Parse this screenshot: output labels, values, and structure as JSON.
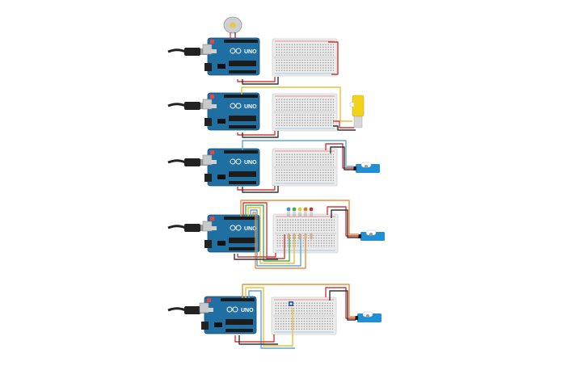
{
  "board": {
    "label": "UNO",
    "brand_color": "#1f6fa3",
    "logo": "arduino-logo-icon"
  },
  "colors": {
    "wire_red": "#d43a3a",
    "wire_black": "#333333",
    "wire_yellow": "#e6c23a",
    "wire_orange": "#e8903a",
    "wire_green": "#4caf50",
    "wire_blue": "#5aa9d6",
    "servo": "#1f8fd6",
    "gear_motor": "#f2d21b",
    "breadboard": "#ececec"
  },
  "leds": [
    "#4a8fd6",
    "#3fae49",
    "#e0c63a",
    "#e07a2a",
    "#c83232"
  ],
  "circuits": [
    {
      "id": "dc-motor",
      "peripheral": "dc-motor-icon"
    },
    {
      "id": "gear-motor",
      "peripheral": "gear-motor-icon"
    },
    {
      "id": "servo",
      "peripheral": "servo-icon"
    },
    {
      "id": "servo-leds",
      "peripheral": "servo-icon"
    },
    {
      "id": "servo-pot",
      "peripheral": "servo-icon"
    }
  ]
}
